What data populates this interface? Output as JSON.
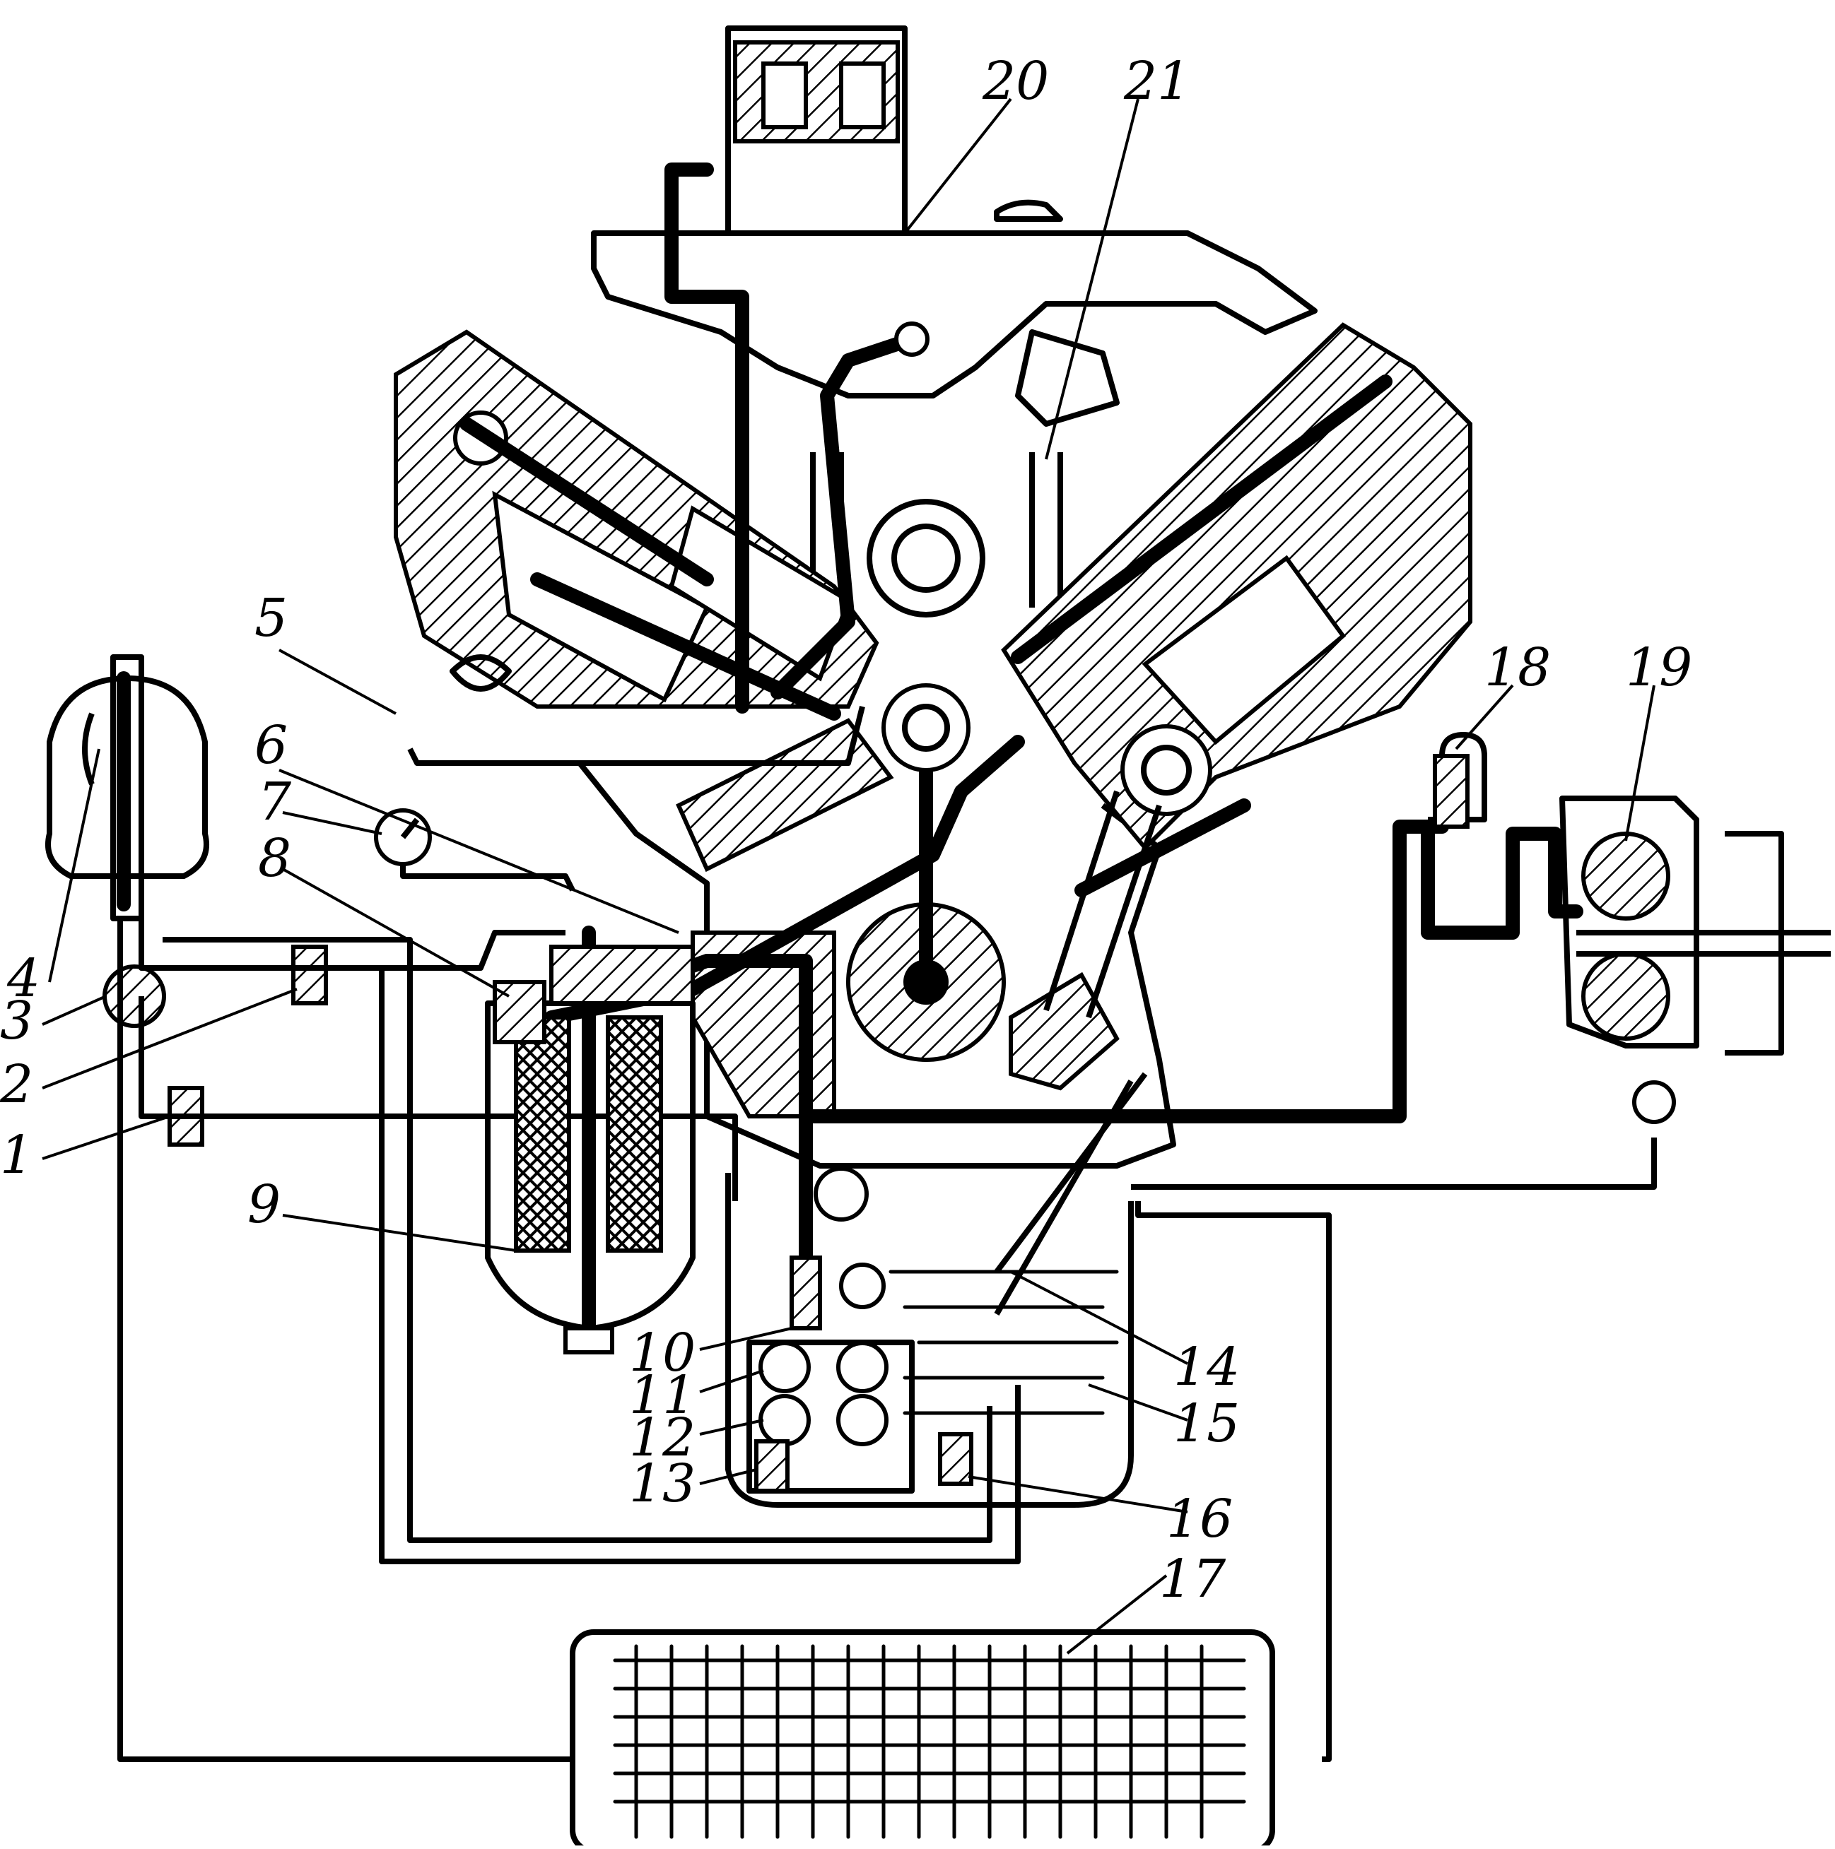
{
  "callouts": {
    "n1": "1",
    "n2": "2",
    "n3": "3",
    "n4": "4",
    "n5": "5",
    "n6": "6",
    "n7": "7",
    "n8": "8",
    "n9": "9",
    "n10": "10",
    "n11": "11",
    "n12": "12",
    "n13": "13",
    "n14": "14",
    "n15": "15",
    "n16": "16",
    "n17": "17",
    "n18": "18",
    "n19": "19",
    "n20": "20",
    "n21": "21"
  },
  "colors": {
    "ink": "#000000",
    "paper": "#ffffff"
  }
}
